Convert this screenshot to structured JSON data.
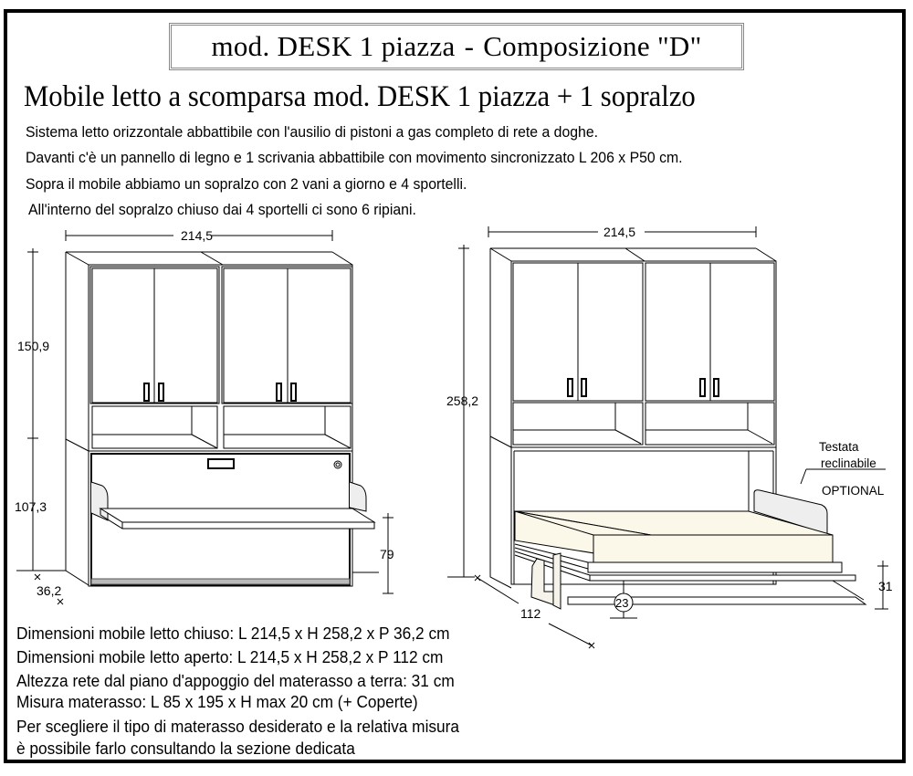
{
  "header": {
    "title_model": "mod. DESK 1 piazza",
    "title_separator": "-",
    "title_composition": "Composizione \"D\""
  },
  "headline": "Mobile letto a scomparsa mod. DESK 1 piazza + 1 sopralzo",
  "description": [
    "Sistema letto orizzontale abbattibile con l'ausilio di pistoni a gas completo di rete a doghe.",
    "Davanti c'è un pannello di legno e 1 scrivania abbattibile con movimento sincronizzato L 206 x P50 cm.",
    "Sopra il mobile abbiamo un sopralzo con 2 vani a giorno e 4 sportelli.",
    "All'interno del sopralzo chiuso dai 4 sportelli ci sono 6 ripiani."
  ],
  "drawing_closed": {
    "width_label": "214,5",
    "upper_height_label": "150,9",
    "lower_height_label": "107,3",
    "depth_label": "36,2",
    "desk_height_label": "79"
  },
  "drawing_open": {
    "width_label": "214,5",
    "height_label": "258,2",
    "depth_label": "112",
    "bed_height_label": "31",
    "leg_label": "23",
    "headboard_label_line1": "Testata",
    "headboard_label_line2": "reclinabile",
    "headboard_optional": "OPTIONAL"
  },
  "specs": [
    "Dimensioni mobile letto chiuso: L 214,5 x H 258,2 x P 36,2 cm",
    "Dimensioni mobile letto aperto: L 214,5 x H 258,2 x P 112 cm",
    "Altezza rete dal piano d'appoggio del materasso a terra: 31 cm",
    "Misura materasso: L 85 x 195 x H max 20 cm (+ Coperte)"
  ],
  "note": [
    "Per scegliere il tipo di materasso desiderato e la relativa misura",
    "è possibile farlo consultando la sezione dedicata"
  ],
  "colors": {
    "mattress": "#fbf8ea",
    "headboard": "#eeeeee",
    "line": "#000000",
    "frame": "#000000"
  }
}
